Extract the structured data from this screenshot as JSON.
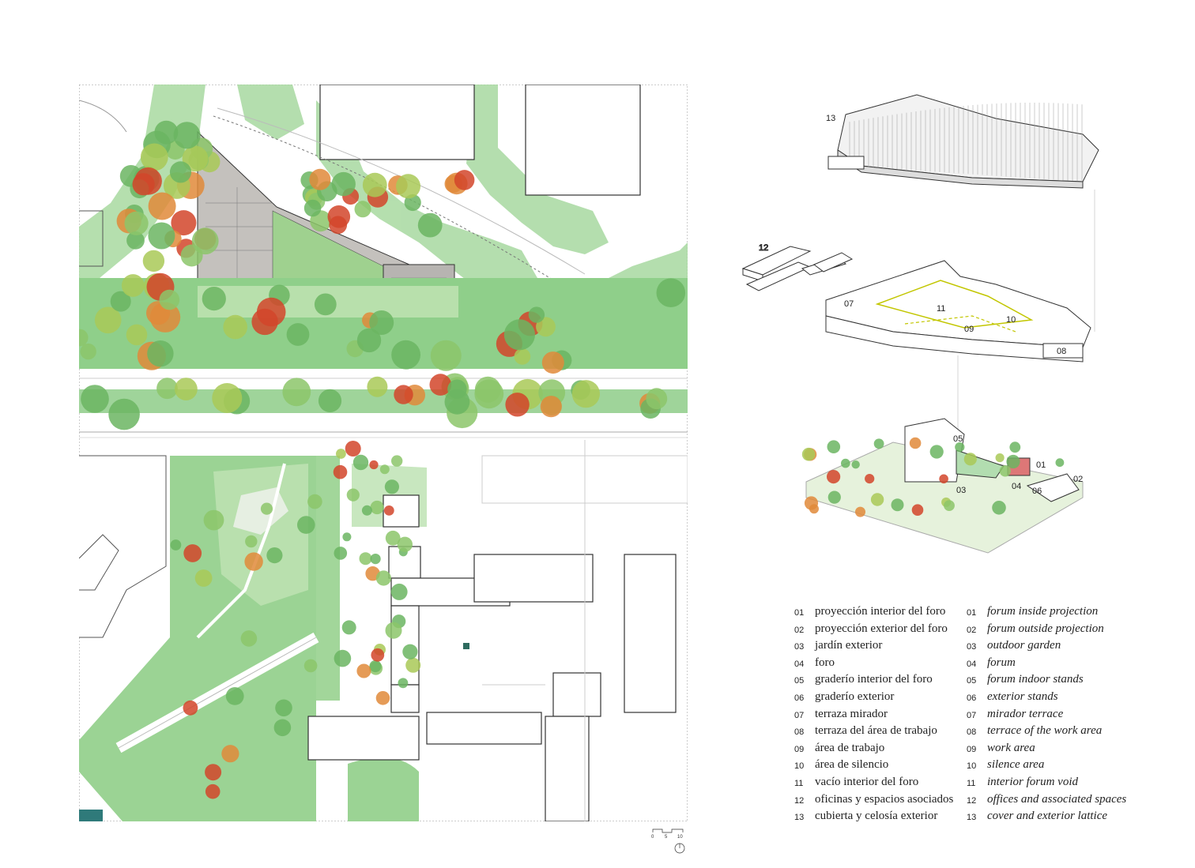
{
  "diagrams": {
    "roof_label": "13",
    "offices_label": "12",
    "floor_labels": [
      "07",
      "11",
      "10",
      "09",
      "08"
    ],
    "site_labels": [
      "05",
      "01",
      "02",
      "03",
      "04",
      "06"
    ]
  },
  "legend": {
    "es": [
      {
        "num": "01",
        "text": "proyección interior del foro"
      },
      {
        "num": "02",
        "text": "proyección exterior del foro"
      },
      {
        "num": "03",
        "text": "jardín exterior"
      },
      {
        "num": "04",
        "text": "foro"
      },
      {
        "num": "05",
        "text": "graderío interior del foro"
      },
      {
        "num": "06",
        "text": "graderío exterior"
      },
      {
        "num": "07",
        "text": "terraza mirador"
      },
      {
        "num": "08",
        "text": "terraza del área de trabajo"
      },
      {
        "num": "09",
        "text": "área de trabajo"
      },
      {
        "num": "10",
        "text": "área de silencio"
      },
      {
        "num": "11",
        "text": "vacío interior del foro"
      },
      {
        "num": "12",
        "text": "oficinas y espacios asociados"
      },
      {
        "num": "13",
        "text": "cubierta y celosía exterior"
      }
    ],
    "en": [
      {
        "num": "01",
        "text": "forum inside projection"
      },
      {
        "num": "02",
        "text": "forum outside projection"
      },
      {
        "num": "03",
        "text": "outdoor garden"
      },
      {
        "num": "04",
        "text": "forum"
      },
      {
        "num": "05",
        "text": "forum indoor stands"
      },
      {
        "num": "06",
        "text": "exterior stands"
      },
      {
        "num": "07",
        "text": "mirador terrace"
      },
      {
        "num": "08",
        "text": "terrace of the work area"
      },
      {
        "num": "09",
        "text": "work area"
      },
      {
        "num": "10",
        "text": "silence area"
      },
      {
        "num": "11",
        "text": "interior forum void"
      },
      {
        "num": "12",
        "text": "offices and associated spaces"
      },
      {
        "num": "13",
        "text": "cover and exterior lattice"
      }
    ]
  },
  "scale": {
    "ticks": [
      "0",
      "5",
      "10"
    ]
  },
  "colors": {
    "grass": "#8fcf8a",
    "grass_light": "#c9e6c0",
    "building_gray": "#b7b4b1",
    "tree_green": "#6bb562",
    "tree_red": "#d2452a",
    "tree_orange": "#e0893a",
    "accent_yellow": "#c2c600"
  }
}
